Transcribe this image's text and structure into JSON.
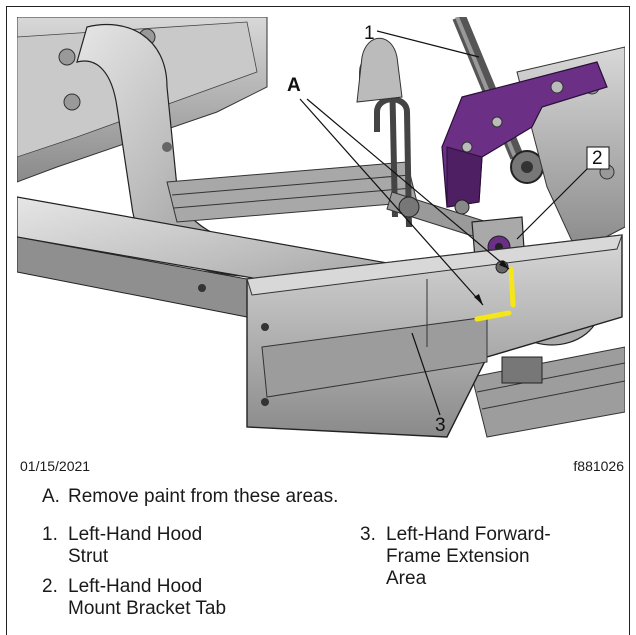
{
  "figure": {
    "callouts": {
      "a": "A",
      "n1": "1",
      "n2": "2",
      "n3": "3"
    },
    "date": "01/15/2021",
    "code": "f881026"
  },
  "legend": [
    {
      "key": "A.",
      "text": "Remove paint from these areas."
    },
    {
      "key": "1.",
      "text_lines": [
        "Left-Hand Hood",
        "Strut"
      ]
    },
    {
      "key": "2.",
      "text_lines": [
        "Left-Hand Hood",
        "Mount Bracket Tab"
      ]
    },
    {
      "key": "3.",
      "text_lines": [
        "Left-Hand Forward-",
        "Frame Extension",
        "Area"
      ]
    }
  ],
  "colors": {
    "highlight": "#f5e61a",
    "bracket": "#6b2f86",
    "metal": "#b9b9b9"
  }
}
